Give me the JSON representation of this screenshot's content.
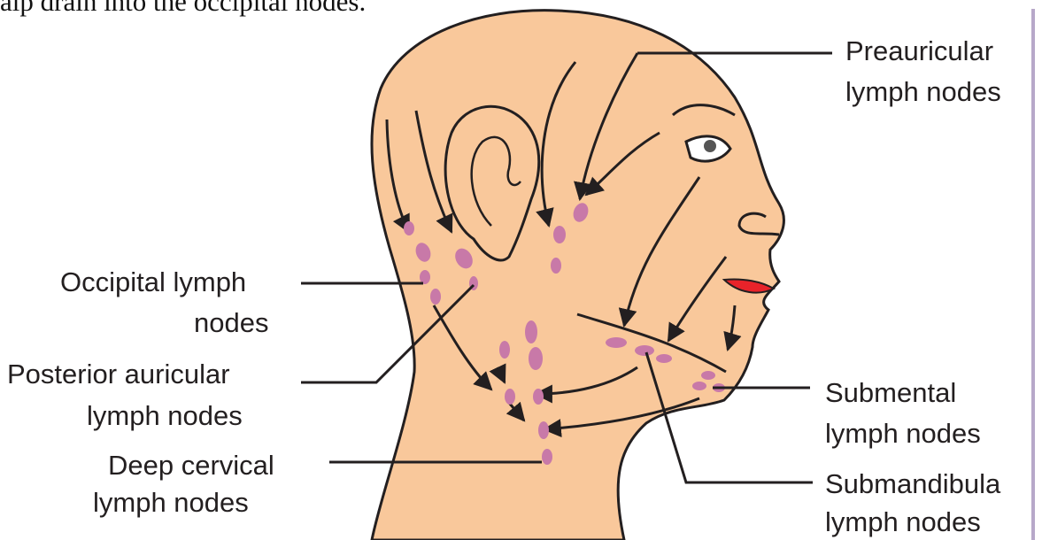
{
  "caption_fragment": "alp drain into the occipital nodes.",
  "labels": {
    "preauricular": {
      "line1": "Preauricular",
      "line2": "lymph nodes"
    },
    "occipital": {
      "line1": "Occipital lymph",
      "line2": "nodes"
    },
    "posterior_auricular": {
      "line1": "Posterior auricular",
      "line2": "lymph nodes"
    },
    "deep_cervical": {
      "line1": "Deep cervical",
      "line2": "lymph nodes"
    },
    "submental": {
      "line1": "Submental",
      "line2": "lymph nodes"
    },
    "submandibular": {
      "line1": "Submandibula",
      "line2": "lymph nodes"
    }
  },
  "colors": {
    "skin": "#f9c89b",
    "node": "#c879a8",
    "lips": "#e8232a",
    "outline": "#231f20",
    "rule": "#b7a8c9"
  }
}
